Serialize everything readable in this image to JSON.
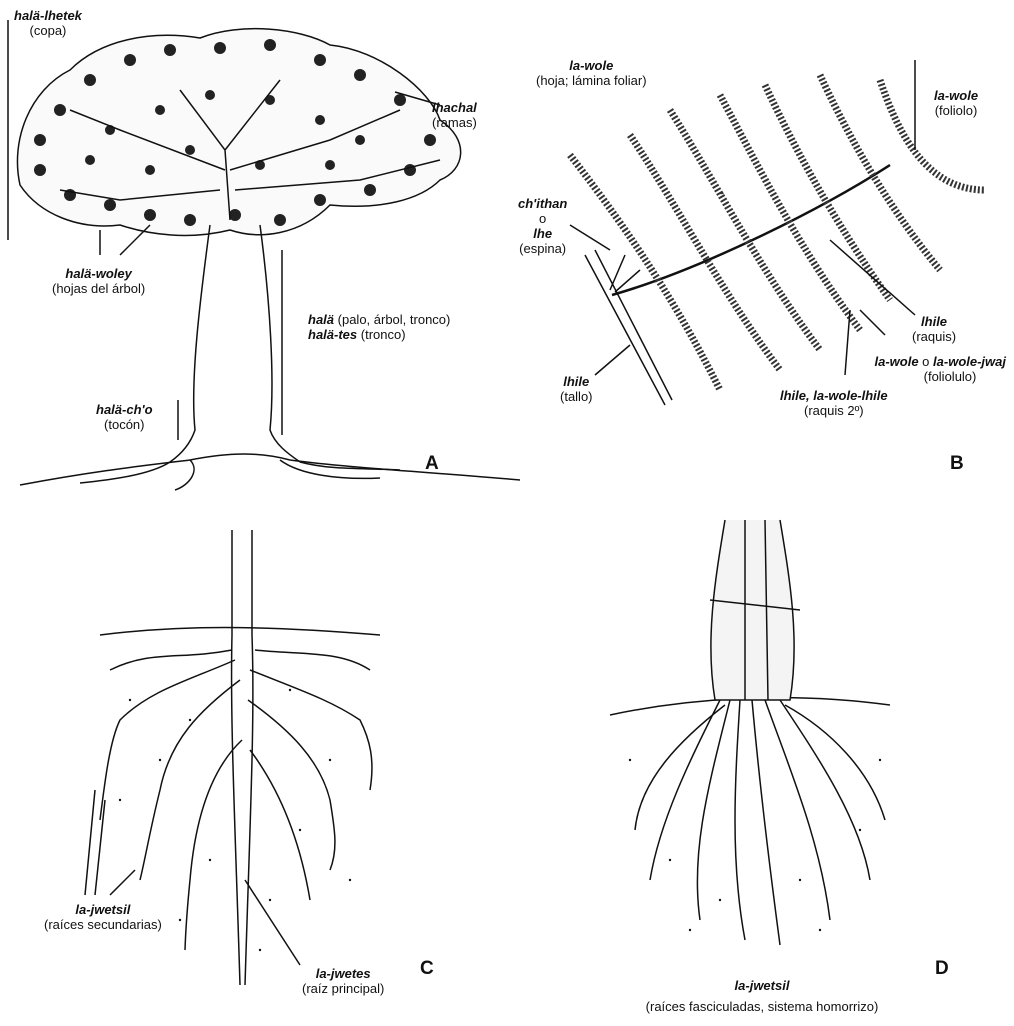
{
  "panels": {
    "A": {
      "letter": "A",
      "labels": {
        "copa": {
          "term": "halä-lhetek",
          "gloss": "(copa)"
        },
        "ramas": {
          "term": "lhachal",
          "gloss": "(ramas)"
        },
        "hojas": {
          "term": "halä-woley",
          "gloss": "(hojas del árbol)"
        },
        "tronco1": {
          "term": "halä",
          "gloss": "(palo, árbol, tronco)"
        },
        "tronco2": {
          "term": "halä-tes",
          "gloss": "(tronco)"
        },
        "tocon": {
          "term": "halä-ch'o",
          "gloss": "(tocón)"
        }
      }
    },
    "B": {
      "letter": "B",
      "labels": {
        "hoja": {
          "term": "la-wole",
          "gloss": "(hoja; lámina foliar)"
        },
        "foliolo": {
          "term": "la-wole",
          "gloss": "(foliolo)"
        },
        "espina": {
          "term1": "ch'ithan",
          "connector": "o",
          "term2": "lhe",
          "gloss": "(espina)"
        },
        "raquis": {
          "term": "lhile",
          "gloss": "(raquis)"
        },
        "foliolulo": {
          "term1": "la-wole",
          "connector": " o ",
          "term2": "la-wole-jwaj",
          "gloss": "(foliolulo)"
        },
        "raquis2": {
          "term": "lhile, la-wole-lhile",
          "gloss": "(raquis 2º)"
        },
        "tallo": {
          "term": "lhile",
          "gloss": "(tallo)"
        }
      }
    },
    "C": {
      "letter": "C",
      "labels": {
        "secundarias": {
          "term": "la-jwetsil",
          "gloss": "(raíces secundarias)"
        },
        "principal": {
          "term": "la-jwetes",
          "gloss": "(raíz principal)"
        }
      }
    },
    "D": {
      "letter": "D",
      "labels": {
        "fasciculadas": {
          "term": "la-jwetsil",
          "gloss": "(raíces fasciculadas, sistema homorrizo)"
        }
      }
    }
  }
}
